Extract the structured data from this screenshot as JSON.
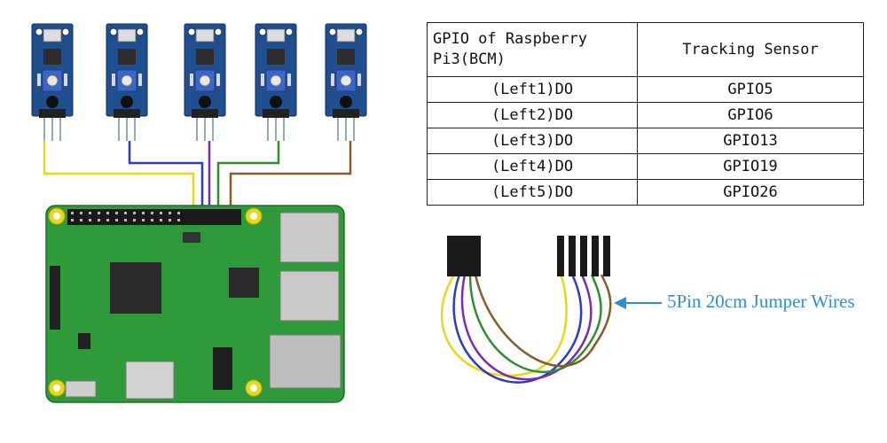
{
  "table": {
    "header": [
      "GPIO of Raspberry Pi3(BCM)",
      "Tracking Sensor"
    ],
    "rows": [
      [
        "(Left1)DO",
        "GPIO5"
      ],
      [
        "(Left2)DO",
        "GPIO6"
      ],
      [
        "(Left3)DO",
        "GPIO13"
      ],
      [
        "(Left4)DO",
        "GPIO19"
      ],
      [
        "(Left5)DO",
        "GPIO26"
      ]
    ]
  },
  "caption": "5Pin 20cm Jumper Wires",
  "colors": {
    "sensor_board": "#1f4f8f",
    "pcb_green": "#2f9a3a",
    "wire_yellow": "#e8d81a",
    "wire_blue": "#2b3bc8",
    "wire_purple": "#7a2bb0",
    "wire_green": "#2f8f2f",
    "wire_brown": "#8a5a26",
    "caption_blue": "#2f8fd5"
  }
}
